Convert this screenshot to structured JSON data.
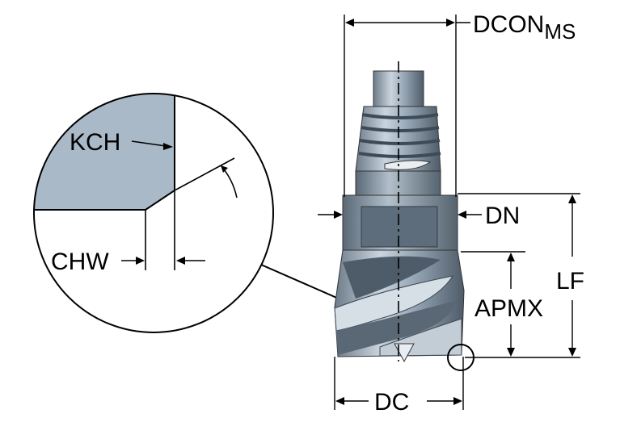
{
  "labels": {
    "kch": "KCH",
    "chw": "CHW",
    "dcon": "DCON",
    "dcon_sub": "MS",
    "dn": "DN",
    "lf": "LF",
    "apmx": "APMX",
    "dc": "DC"
  },
  "colors": {
    "steel_dark": "#5b6a78",
    "steel_light": "#b9c6d2",
    "insert_fill": "#aab9c8",
    "line": "#000000"
  }
}
